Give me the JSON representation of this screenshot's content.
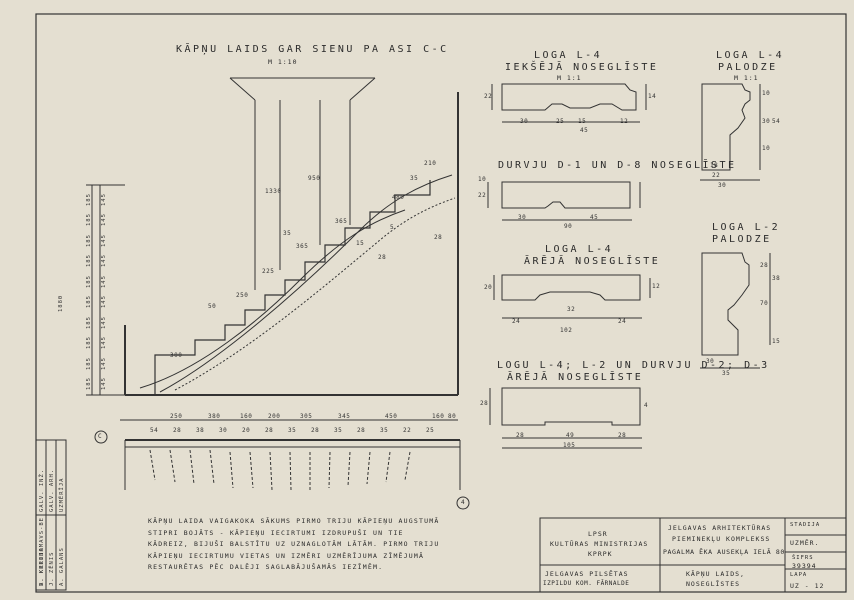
{
  "titles": {
    "stair": "KĀPŅU LAIDS GAR SIENU PA ASI C-C",
    "stair_scale": "M 1:10",
    "l4_inner_1": "LOGA L-4",
    "l4_inner_2": "IEKŠĒJĀ NOSEGLĪSTE",
    "l4_inner_scale": "M 1:1",
    "l4_sill_1": "LOGA L-4",
    "l4_sill_2": "PALODZE",
    "l4_sill_scale": "M 1:1",
    "door": "DURVJU D-1 UN D-8 NOSEGLĪSTE",
    "l2_sill_1": "LOGA L-2",
    "l2_sill_2": "PALODZE",
    "l4_outer_1": "LOGA L-4",
    "l4_outer_2": "ĀRĒJĀ NOSEGLĪSTE",
    "outer_1": "LOGU L-4; L-2 UN DURVJU D-2; D-3",
    "outer_2": "ĀRĒJĀ NOSEGLĪSTE"
  },
  "dims": {
    "l4_inner": [
      "22",
      "30",
      "25",
      "15",
      "12",
      "45",
      "14"
    ],
    "l4_sill": [
      "10",
      "30",
      "10",
      "54",
      "18",
      "22",
      "30"
    ],
    "door": [
      "10",
      "22",
      "30",
      "45",
      "90"
    ],
    "l2_sill": [
      "28",
      "38",
      "70",
      "15",
      "30",
      "35"
    ],
    "l4_outer": [
      "20",
      "32",
      "24",
      "24",
      "102",
      "12"
    ],
    "outer": [
      "28",
      "28",
      "49",
      "28",
      "105",
      "4"
    ],
    "stair_top": [
      "210",
      "480",
      "365",
      "365",
      "225",
      "250",
      "300",
      "28",
      "950",
      "1330",
      "35",
      "15",
      "50",
      "5",
      "28",
      "35"
    ],
    "stair_left_total": "1880",
    "stair_left": [
      "185",
      "185",
      "185",
      "185",
      "185",
      "185",
      "185",
      "185",
      "185",
      "185"
    ],
    "stair_left2": [
      "145",
      "145",
      "145",
      "145",
      "145",
      "145",
      "145",
      "145",
      "145",
      "145"
    ],
    "bottom": [
      "250",
      "380",
      "160",
      "200",
      "305",
      "345",
      "450",
      "160",
      "80"
    ],
    "bottom2": [
      "54",
      "28",
      "38",
      "30",
      "20",
      "28",
      "35",
      "28",
      "35",
      "28",
      "35",
      "22",
      "25"
    ]
  },
  "markers": {
    "c": "C",
    "four": "4"
  },
  "note": "KĀPŅU LAIDA VAIGAKOKA SĀKUMS PIRMO TRIJU KĀPIEŅU AUGSTUMĀ STIPRI BOJĀTS - KĀPIEŅU IECIRTUMI IZDRUPUŠI UN TIE KĀDREIZ, BIJUŠI BALSTĪTU UZ UZNAGLOTĀM LĀTĀM. PIRMO TRIJU KĀPIEŅU IECIRTUMU VIETAS UN IZMĒRI UZMĒRĪJUMA ZĪMĒJUMĀ RESTAURĒTAS PĒC DALĒJI SAGLABĀJUŠAMĀS IEZĪMĒM.",
  "titleblock": {
    "org1": "LPSR",
    "org2": "KULTŪRAS MINISTRIJAS",
    "org3": "KPRPK",
    "project1": "JELGAVAS ARHITEKTŪRAS",
    "project2": "PIEMINEKĻU KOMPLEKSS",
    "project3": "PAGALMA ĒKA AUSEKĻA IELĀ 80",
    "stadija_label": "STADIJA",
    "stadija_value": "UZMĒR.",
    "sieks_label": "ŠIFRS",
    "sieks_value": "39394",
    "lapa_label": "LAPA",
    "lapa_value": "UZ - 12",
    "city1": "JELGAVAS PILSĒTAS",
    "city2": "IZPILDU KOM. FĀRNALDE",
    "sheet1": "KĀPŅU LAIDS,",
    "sheet2": "NOSEGLĪSTES"
  },
  "sidebar": [
    "GALV. INŽ.",
    "GALV. ARH.",
    "UZMĒRĪJA",
    "A. KREIJA",
    "J. ZĒNIS",
    "A. GALANS",
    "V. KERONOMAVS-BE"
  ]
}
